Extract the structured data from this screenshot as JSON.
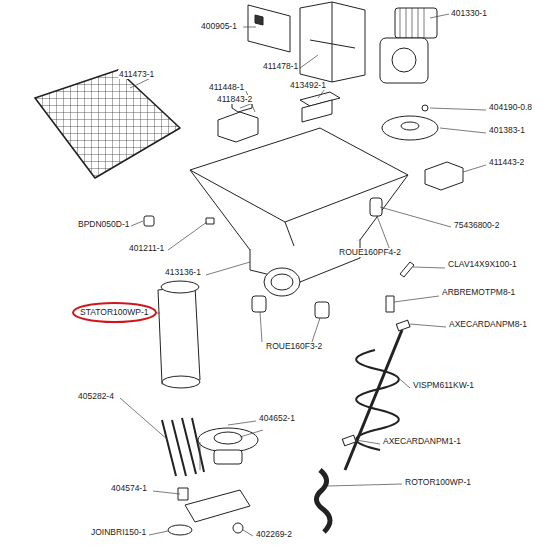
{
  "diagram": {
    "nodes": [
      {
        "text": [
          "STATOR100WP-1"
        ]
      }
    ],
    "labels": [
      "400905-1",
      "411478-1",
      "401330-1",
      "411473-1",
      "411448-1",
      "411843-2",
      "413492-1",
      "404190-0.8",
      "401383-1",
      "411443-2",
      "BPDN050D-1",
      "401211-1",
      "ROUE160PF4-2",
      "75436800-2",
      "413136-1",
      "CLAV14X9X100-1",
      "ARBREMOTPM8-1",
      "ROUE160F3-2",
      "AXECARDANPM8-1",
      "405282-4",
      "VISPM611KW-1",
      "404652-1",
      "AXECARDANPM1-1",
      "404574-1",
      "ROTOR100WP-1",
      "JOINBRI150-1",
      "402269-2"
    ]
  }
}
